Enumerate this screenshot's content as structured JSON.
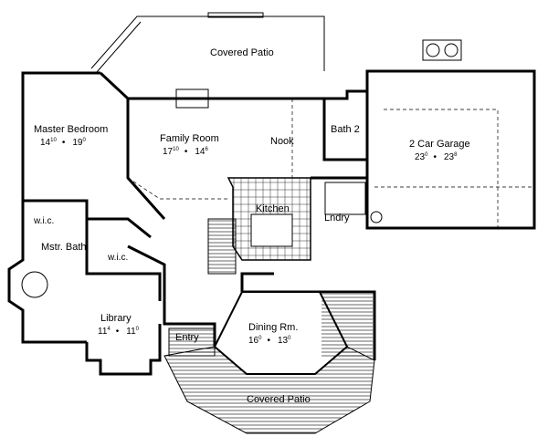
{
  "rooms": {
    "covered_patio_top": {
      "name": "Covered Patio"
    },
    "master_bedroom": {
      "name": "Master Bedroom",
      "w": "14",
      "w_sup": "10",
      "d": "19",
      "d_sup": "0"
    },
    "family_room": {
      "name": "Family Room",
      "w": "17",
      "w_sup": "10",
      "d": "14",
      "d_sup": "6"
    },
    "nook": {
      "name": "Nook"
    },
    "bath2": {
      "name": "Bath 2"
    },
    "garage": {
      "name": "2 Car Garage",
      "w": "23",
      "w_sup": "0",
      "d": "23",
      "d_sup": "8"
    },
    "kitchen": {
      "name": "Kitchen"
    },
    "laundry": {
      "name": "Lndry"
    },
    "wic1": {
      "name": "w.i.c."
    },
    "wic2": {
      "name": "w.i.c."
    },
    "master_bath": {
      "name": "Mstr. Bath"
    },
    "library": {
      "name": "Library",
      "w": "11",
      "w_sup": "4",
      "d": "11",
      "d_sup": "0"
    },
    "entry": {
      "name": "Entry"
    },
    "dining": {
      "name": "Dining Rm.",
      "w": "16",
      "w_sup": "0",
      "d": "13",
      "d_sup": "0"
    },
    "covered_patio_bottom": {
      "name": "Covered Patio"
    }
  },
  "separator": "•"
}
